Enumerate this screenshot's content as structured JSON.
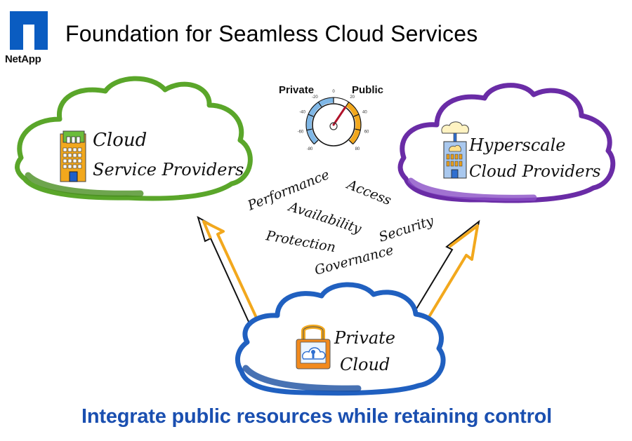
{
  "header": {
    "logo_text": "NetApp",
    "title": "Foundation for Seamless Cloud Services"
  },
  "clouds": [
    {
      "id": "csp",
      "line1": "Cloud",
      "line2": "Service Providers",
      "color": "#5aa62a",
      "icon": "office-building-icon"
    },
    {
      "id": "hyperscale",
      "line1": "Hyperscale",
      "line2": "Cloud Providers",
      "color": "#6a2ca6",
      "icon": "cloud-skyscraper-icon"
    },
    {
      "id": "private",
      "line1": "Private",
      "line2": "Cloud",
      "color": "#2060c0",
      "icon": "padlock-cloud-icon"
    }
  ],
  "gauge": {
    "left_label": "Private",
    "right_label": "Public",
    "ticks": [
      "-80",
      "-60",
      "-40",
      "-20",
      "0",
      "20",
      "40",
      "60",
      "80"
    ],
    "needle_value": 20,
    "range": [
      -80,
      80
    ],
    "private_color": "#7fb7e6",
    "public_color": "#f2a81d"
  },
  "attributes": [
    "Performance",
    "Access",
    "Availability",
    "Security",
    "Protection",
    "Governance"
  ],
  "arrow_color": "#f2a81d",
  "footer": {
    "tagline": "Integrate public resources while retaining control"
  }
}
